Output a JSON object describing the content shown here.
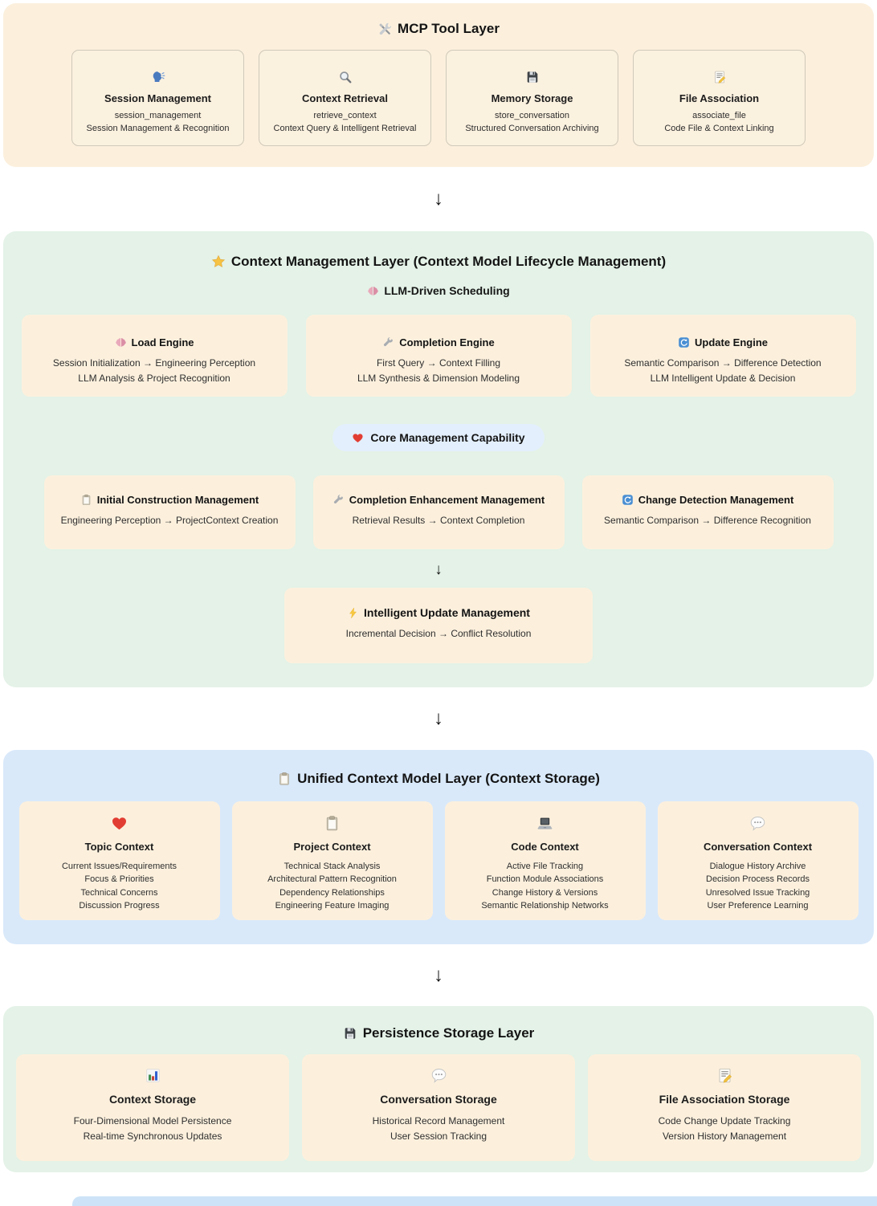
{
  "arrows": {
    "down": "↓"
  },
  "colors": {
    "cream_bg": "#fcf0dd",
    "green_bg": "#e4f2e7",
    "blue_bg": "#d9e9fa",
    "pill_bg": "#e3effc",
    "card_border": "#cfc8b9",
    "text": "#1c1c1c"
  },
  "layers": {
    "mcp": {
      "title": "MCP Tool Layer",
      "title_icon": "hammer-wrench-icon",
      "cards": [
        {
          "icon": "speaking-head-icon",
          "title": "Session Management",
          "subtitle": "session_management",
          "description": "Session Management & Recognition"
        },
        {
          "icon": "magnifier-icon",
          "title": "Context Retrieval",
          "subtitle": "retrieve_context",
          "description": "Context Query & Intelligent Retrieval"
        },
        {
          "icon": "floppy-disk-icon",
          "title": "Memory Storage",
          "subtitle": "store_conversation",
          "description": "Structured Conversation Archiving"
        },
        {
          "icon": "memo-pencil-icon",
          "title": "File Association",
          "subtitle": "associate_file",
          "description": "Code File & Context Linking"
        }
      ]
    },
    "context_management": {
      "title": "Context Management Layer (Context Model Lifecycle Management)",
      "title_icon": "star-icon",
      "subtitle": "LLM-Driven Scheduling",
      "subtitle_icon": "brain-icon",
      "engines": [
        {
          "icon": "brain-icon",
          "title": "Load Engine",
          "line1": "Session Initialization → Engineering Perception",
          "line2": "LLM Analysis & Project Recognition"
        },
        {
          "icon": "wrench-icon",
          "title": "Completion Engine",
          "line1": "First Query → Context Filling",
          "line2": "LLM Synthesis & Dimension Modeling"
        },
        {
          "icon": "update-arrows-icon",
          "title": "Update Engine",
          "line1": "Semantic Comparison → Difference Detection",
          "line2": "LLM Intelligent Update & Decision"
        }
      ],
      "capability_pill": {
        "icon": "heart-icon",
        "label": "Core Management Capability"
      },
      "managements": [
        {
          "icon": "clipboard-icon",
          "title": "Initial Construction Management",
          "line1": "Engineering Perception → ProjectContext Creation"
        },
        {
          "icon": "wrench-icon",
          "title": "Completion Enhancement Management",
          "line1": "Retrieval Results → Context Completion"
        },
        {
          "icon": "update-arrows-icon",
          "title": "Change Detection Management",
          "line1": "Semantic Comparison → Difference Recognition"
        }
      ],
      "update_management": {
        "icon": "lightning-icon",
        "title": "Intelligent Update Management",
        "line1": "Incremental Decision → Conflict Resolution"
      }
    },
    "unified_model": {
      "title": "Unified Context Model Layer (Context Storage)",
      "title_icon": "clipboard-icon",
      "cards": [
        {
          "icon": "heart-icon",
          "title": "Topic Context",
          "items": [
            "Current Issues/Requirements",
            "Focus & Priorities",
            "Technical Concerns",
            "Discussion Progress"
          ]
        },
        {
          "icon": "clipboard-icon",
          "title": "Project Context",
          "items": [
            "Technical Stack Analysis",
            "Architectural Pattern Recognition",
            "Dependency Relationships",
            "Engineering Feature Imaging"
          ]
        },
        {
          "icon": "laptop-icon",
          "title": "Code Context",
          "items": [
            "Active File Tracking",
            "Function Module Associations",
            "Change History & Versions",
            "Semantic Relationship Networks"
          ]
        },
        {
          "icon": "speech-balloon-icon",
          "title": "Conversation Context",
          "items": [
            "Dialogue History Archive",
            "Decision Process Records",
            "Unresolved Issue Tracking",
            "User Preference Learning"
          ]
        }
      ]
    },
    "persistence": {
      "title": "Persistence Storage Layer",
      "title_icon": "floppy-disk-icon",
      "cards": [
        {
          "icon": "bar-chart-icon",
          "title": "Context Storage",
          "line1": "Four-Dimensional Model Persistence",
          "line2": "Real-time Synchronous Updates"
        },
        {
          "icon": "speech-balloon-icon",
          "title": "Conversation Storage",
          "line1": "Historical Record Management",
          "line2": "User Session Tracking"
        },
        {
          "icon": "memo-pencil-icon",
          "title": "File Association Storage",
          "line1": "Code Change Update Tracking",
          "line2": "Version History Management"
        }
      ]
    }
  }
}
